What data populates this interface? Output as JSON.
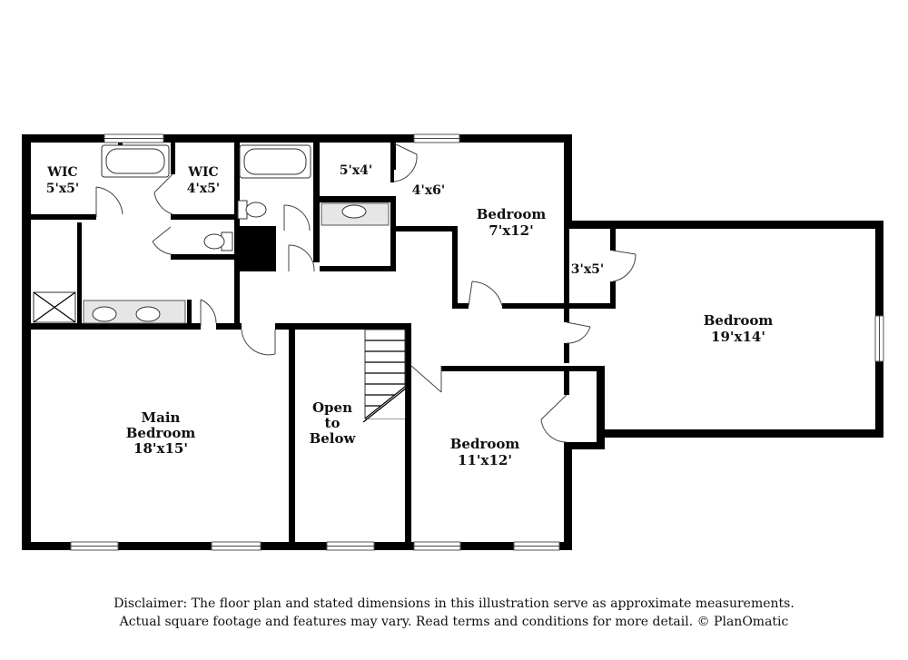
{
  "rooms": {
    "wic_left": {
      "name": "WIC",
      "dims": "5'x5'"
    },
    "wic_right": {
      "name": "WIC",
      "dims": "4'x5'"
    },
    "closet_5x4": {
      "dims": "5'x4'"
    },
    "closet_4x6": {
      "dims": "4'x6'"
    },
    "bedroom_top": {
      "name": "Bedroom",
      "dims": "7'x12'"
    },
    "closet_3x5": {
      "dims": "3'x5'"
    },
    "bedroom_right": {
      "name": "Bedroom",
      "dims": "19'x14'"
    },
    "main_bedroom": {
      "line1": "Main",
      "line2": "Bedroom",
      "dims": "18'x15'"
    },
    "open_to_below": {
      "line1": "Open",
      "line2": "to",
      "line3": "Below"
    },
    "bedroom_bottom": {
      "name": "Bedroom",
      "dims": "11'x12'"
    }
  },
  "disclaimer": {
    "line1": "Disclaimer: The floor plan and stated dimensions in this illustration serve as approximate measurements.",
    "line2": "Actual square footage and features may vary. Read terms and conditions for more detail. © PlanOmatic"
  }
}
